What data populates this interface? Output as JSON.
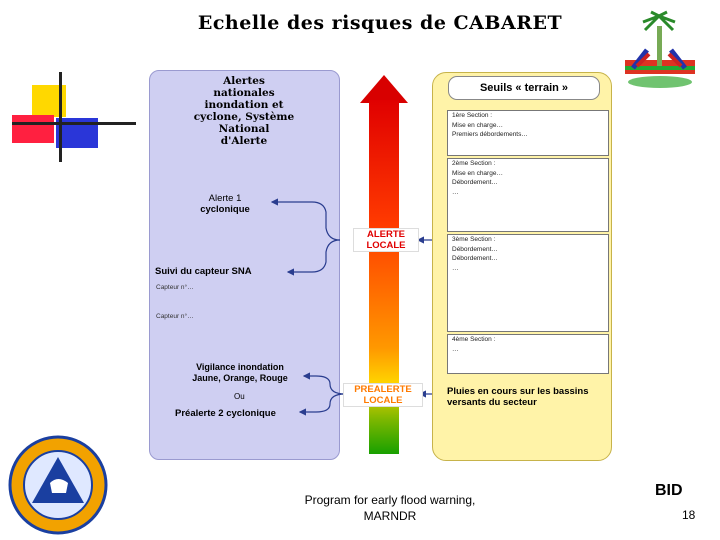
{
  "title": "Echelle des risques de CABARET",
  "left_panel": {
    "heading": [
      "Alertes",
      "nationales",
      "inondation et",
      "cyclone, Système",
      "National",
      "d'Alerte"
    ],
    "alerte1": [
      "Alerte 1",
      "cyclonique"
    ],
    "suivi": "Suivi du capteur SNA",
    "tiny1": "Capteur n°…",
    "tiny2": "Capteur n°…",
    "vigilance": [
      "Vigilance inondation",
      "Jaune, Orange, Rouge"
    ],
    "ou": "Ou",
    "prealerte2": "Préalerte 2 cyclonique"
  },
  "center": {
    "alerte_locale": [
      "ALERTE",
      "LOCALE"
    ],
    "prealerte_locale": [
      "PREALERTE",
      "LOCALE"
    ]
  },
  "right_panel": {
    "header": "Seuils « terrain »",
    "section1": [
      "1ère Section :",
      "Mise en charge…",
      "Premiers débordements…"
    ],
    "section2": [
      "2ème Section :",
      "Mise en charge…",
      "Débordement…",
      "…"
    ],
    "section3": [
      "3ème Section :",
      "Débordement…",
      "Débordement…",
      "…"
    ],
    "section4": [
      "4ème Section :",
      "…"
    ],
    "pluies": "Pluies en cours sur les bassins versants du secteur"
  },
  "footer": {
    "line1": "Program for early flood warning,",
    "line2": "MARNDR",
    "bid": "BID",
    "page": "18"
  },
  "colors": {
    "left_panel": "#cfcff2",
    "right_panel": "#fff3a8",
    "alert_red": "#e00000",
    "alert_green": "#18a000",
    "arrow": "#2a3d8f"
  }
}
